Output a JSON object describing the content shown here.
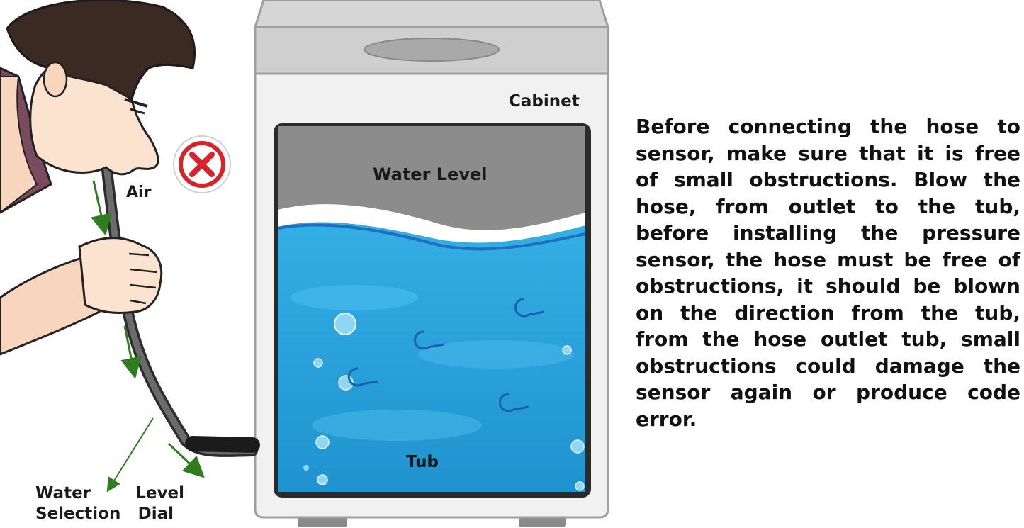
{
  "labels": {
    "air": "Air",
    "cabinet": "Cabinet",
    "water_level": "Water Level",
    "tub": "Tub",
    "dial_line1": "Water Level",
    "dial_line2": "Selection Dial"
  },
  "instruction": "Before connecting the hose to sensor, make sure that it is free of small obstructions. Blow the hose, from outlet to the tub, before installing the pressure sensor, the hose must be free of obstructions, it should be blown on the direction from the tub, from the hose outlet tub, small obstructions could damage the sensor again or produce code error.",
  "icons": {
    "prohibited": "prohibited-x-icon"
  },
  "colors": {
    "water": "#2aa3dc",
    "air_gap": "#8c8c8c",
    "prohibited": "#d7242a",
    "arrow": "#2e7d1f"
  }
}
